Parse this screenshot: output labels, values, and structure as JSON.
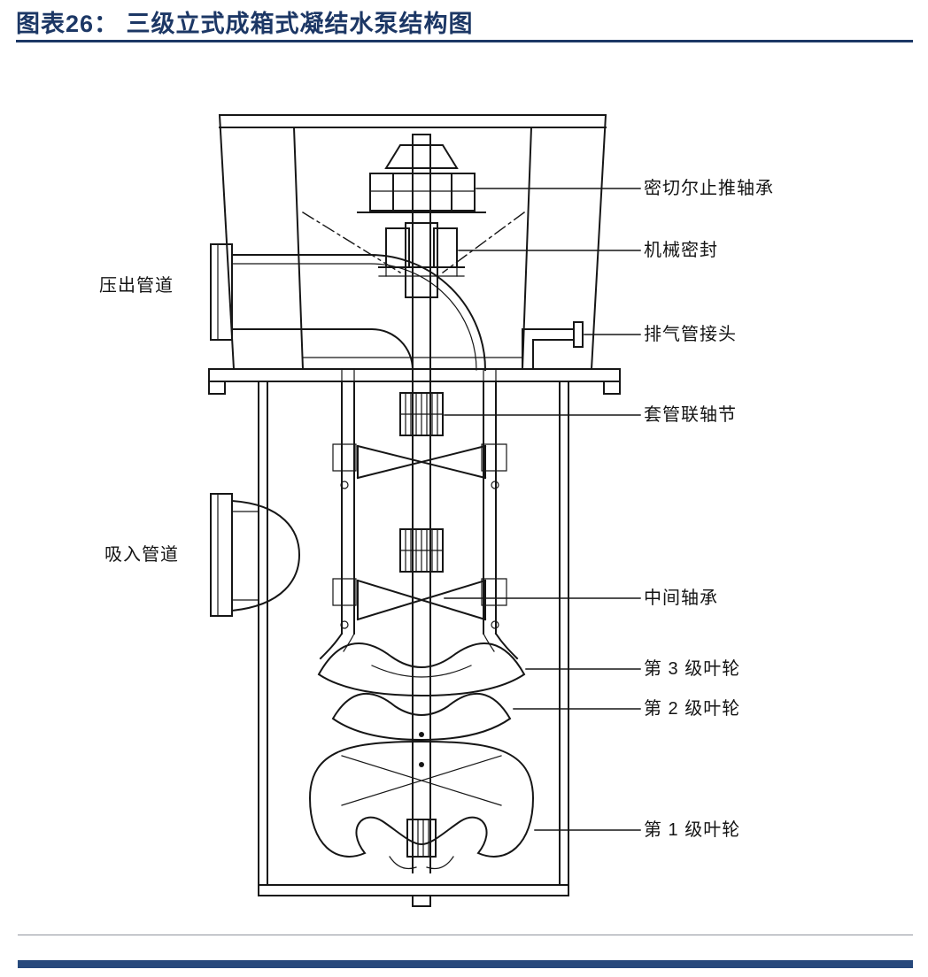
{
  "title": {
    "text": "图表26： 三级立式成箱式凝结水泵结构图"
  },
  "colors": {
    "accent_navy": "#1C3765",
    "footer_navy": "#27497C",
    "divider_gray": "#8F949C"
  },
  "diagram": {
    "left_labels": [
      {
        "id": "discharge-pipe",
        "text": "压出管道"
      },
      {
        "id": "suction-pipe",
        "text": "吸入管道"
      }
    ],
    "right_labels": [
      {
        "id": "thrust-bearing",
        "text": "密切尔止推轴承"
      },
      {
        "id": "mechanical-seal",
        "text": "机械密封"
      },
      {
        "id": "exhaust-connector",
        "text": "排气管接头"
      },
      {
        "id": "sleeve-coupling",
        "text": "套管联轴节"
      },
      {
        "id": "intermediate-bearing",
        "text": "中间轴承"
      },
      {
        "id": "stage3-impeller",
        "text": "第 3 级叶轮"
      },
      {
        "id": "stage2-impeller",
        "text": "第 2 级叶轮"
      },
      {
        "id": "stage1-impeller",
        "text": "第 1 级叶轮"
      }
    ]
  }
}
